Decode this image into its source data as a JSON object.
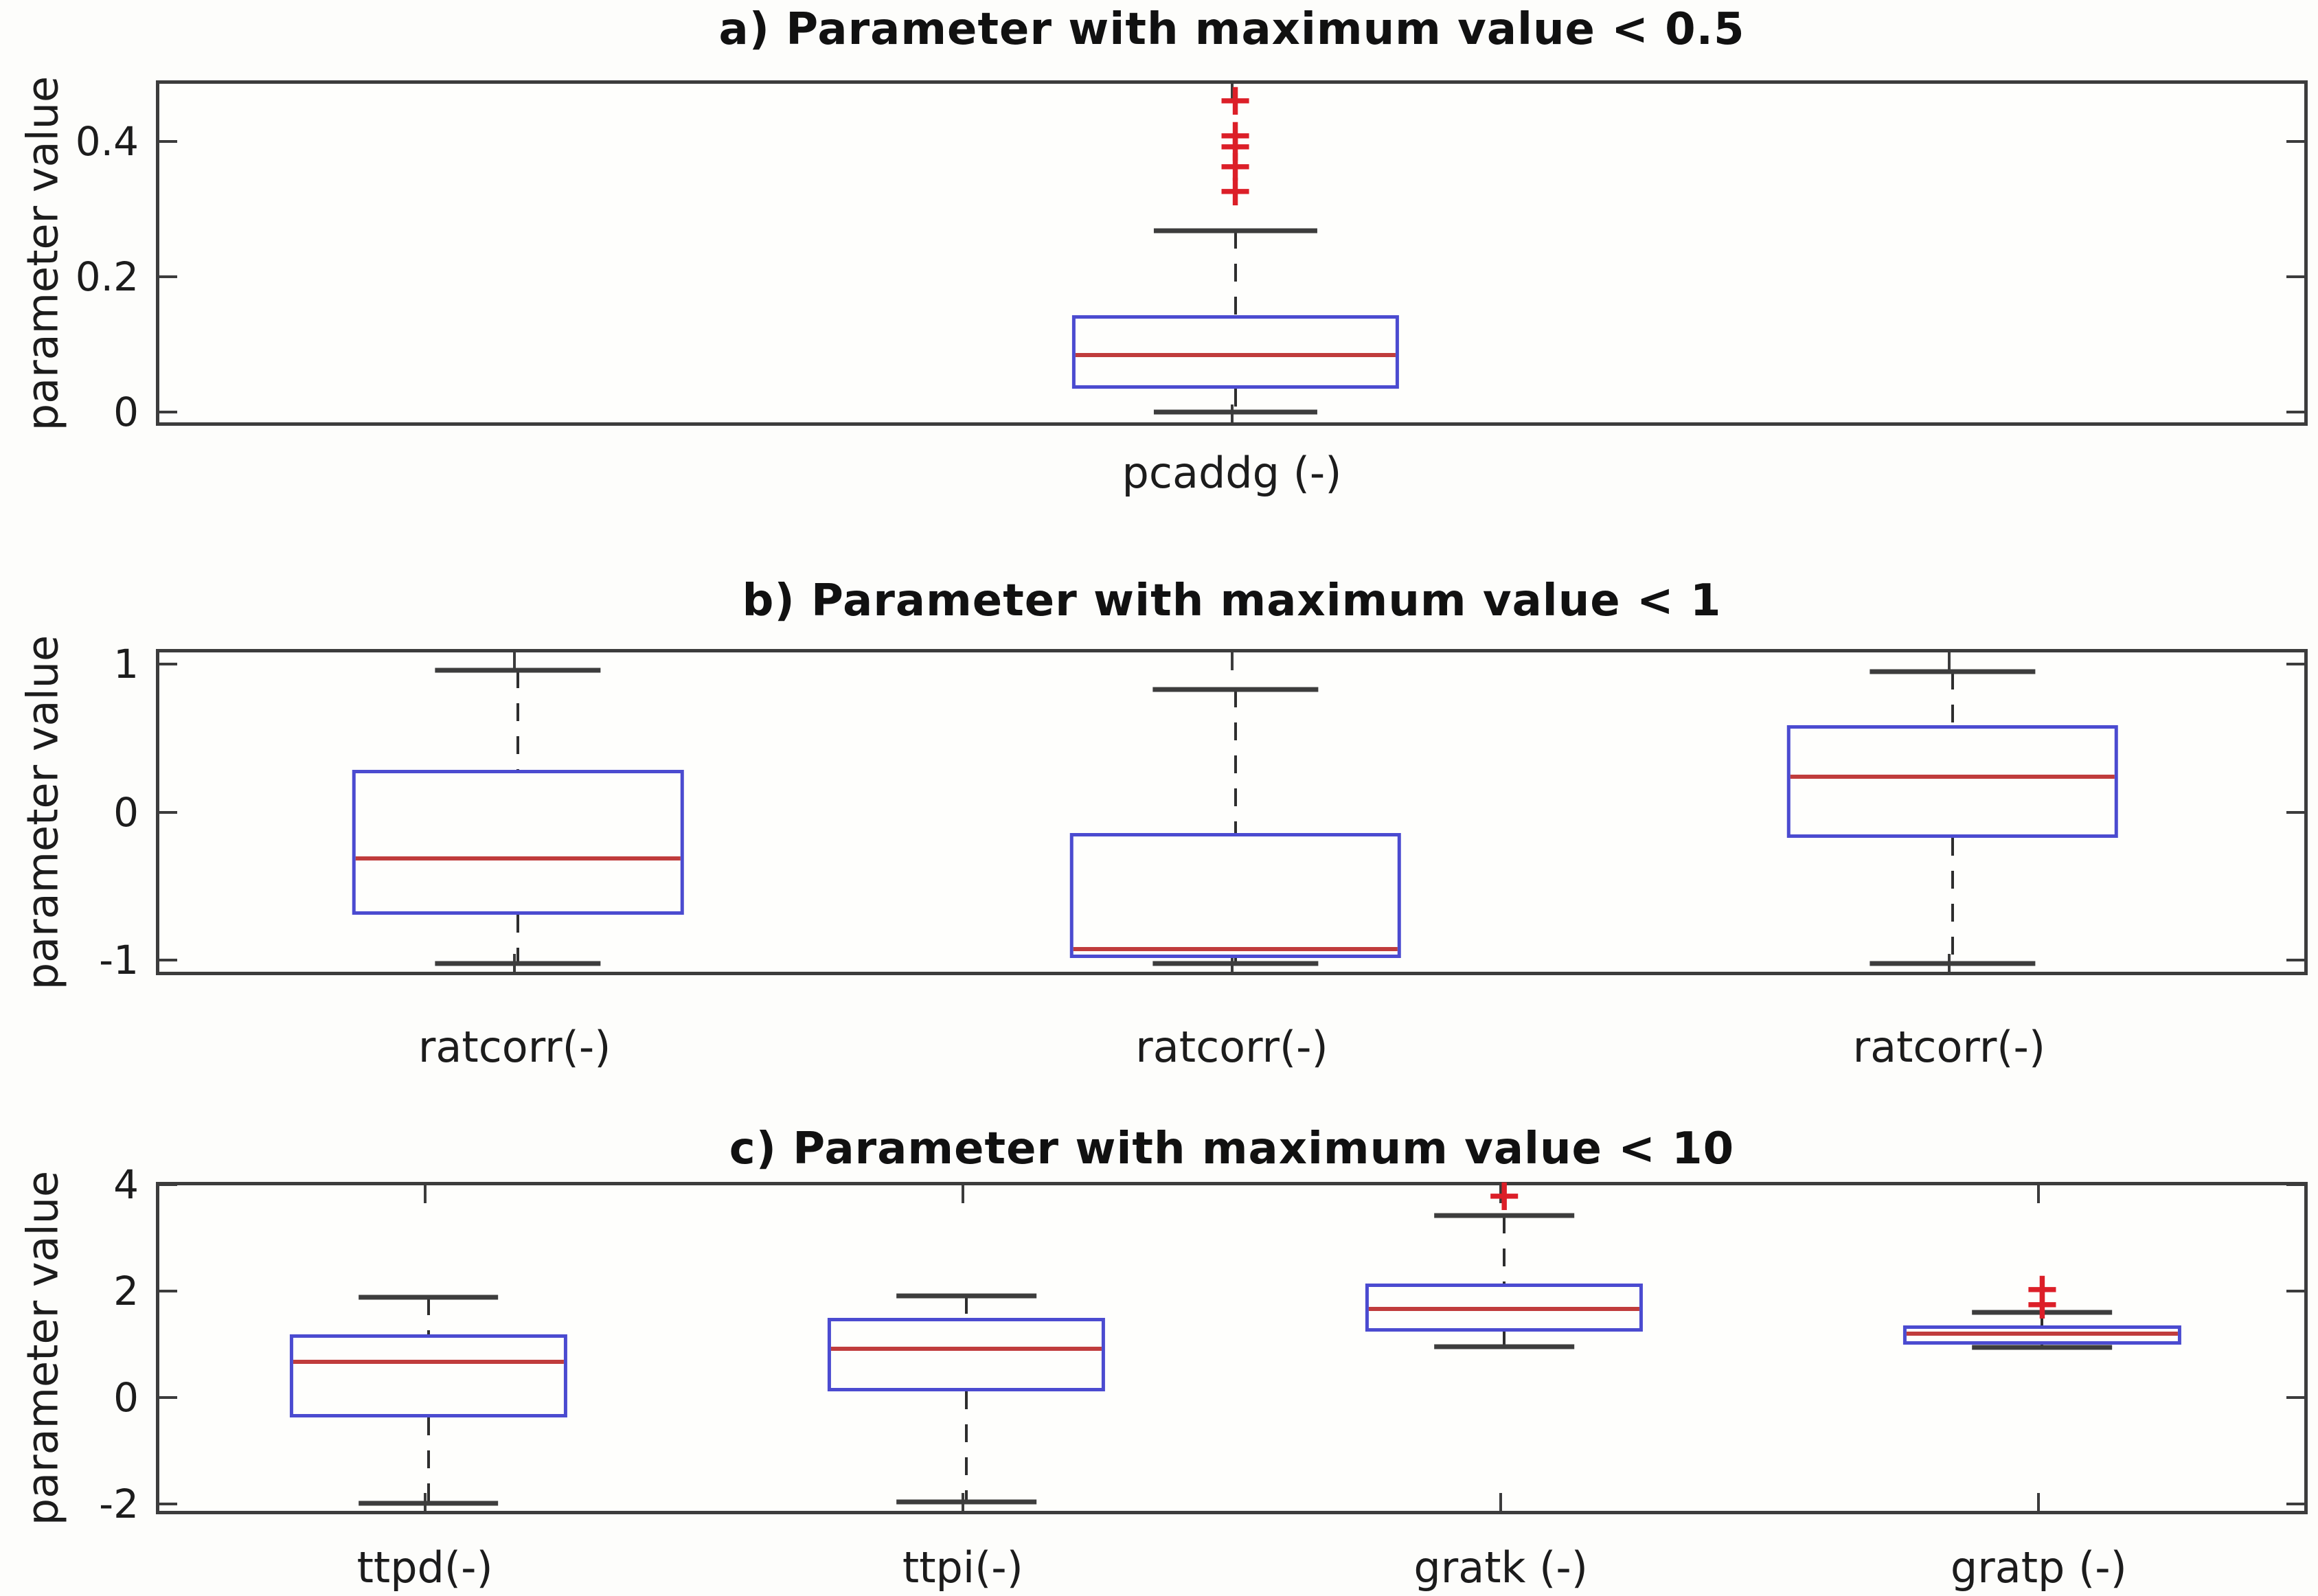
{
  "figure": {
    "background": "#fdfdfb",
    "axis_color": "#3c3c3c",
    "box_edge_color": "#4b4bd0",
    "median_color": "#c03c3c",
    "outlier_color": "#dc1f28",
    "outlier_glyph": "+"
  },
  "chart_data": [
    {
      "type": "boxplot",
      "title": "a) Parameter with maximum value < 0.5",
      "ylabel": "parameter value",
      "ylim": [
        -0.02,
        0.49
      ],
      "yticks": [
        0,
        0.2,
        0.4
      ],
      "ytick_labels": [
        "0",
        "0.2",
        "0.4"
      ],
      "grid": false,
      "categories": [
        "pcaddg (-)"
      ],
      "series": [
        {
          "label": "pcaddg (-)",
          "whisker_low": 0.005,
          "q1": 0.04,
          "median": 0.09,
          "q3": 0.148,
          "whisker_high": 0.273,
          "outliers": [
            0.332,
            0.368,
            0.398,
            0.414,
            0.466
          ]
        }
      ]
    },
    {
      "type": "boxplot",
      "title": "b) Parameter with maximum value < 1",
      "ylabel": "parameter value",
      "ylim": [
        -1.1,
        1.1
      ],
      "yticks": [
        -1,
        0,
        1
      ],
      "ytick_labels": [
        "-1",
        "0",
        "1"
      ],
      "grid": false,
      "categories": [
        "ratcorr(-)",
        "ratcorr(-)",
        "ratcorr(-)"
      ],
      "series": [
        {
          "label": "ratcorr(-)",
          "whisker_low": -1.0,
          "q1": -0.67,
          "median": -0.29,
          "q3": 0.31,
          "whisker_high": 0.98,
          "outliers": []
        },
        {
          "label": "ratcorr(-)",
          "whisker_low": -1.0,
          "q1": -0.96,
          "median": -0.9,
          "q3": -0.12,
          "whisker_high": 0.85,
          "outliers": []
        },
        {
          "label": "ratcorr(-)",
          "whisker_low": -1.0,
          "q1": -0.15,
          "median": 0.26,
          "q3": 0.61,
          "whisker_high": 0.97,
          "outliers": []
        }
      ]
    },
    {
      "type": "boxplot",
      "title": "c) Parameter with maximum value < 10",
      "ylabel": "parameter value",
      "ylim": [
        -2.2,
        4.05
      ],
      "yticks": [
        -2,
        0,
        2,
        4
      ],
      "ytick_labels": [
        "-2",
        "0",
        "2",
        "4"
      ],
      "grid": false,
      "categories": [
        "ttpd(-)",
        "ttpi(-)",
        "gratk (-)",
        "gratp (-)"
      ],
      "series": [
        {
          "label": "ttpd(-)",
          "whisker_low": -1.93,
          "q1": -0.32,
          "median": 0.73,
          "q3": 1.25,
          "whisker_high": 1.95,
          "outliers": []
        },
        {
          "label": "ttpi(-)",
          "whisker_low": -1.9,
          "q1": 0.17,
          "median": 0.98,
          "q3": 1.56,
          "whisker_high": 1.97,
          "outliers": []
        },
        {
          "label": "gratk (-)",
          "whisker_low": 1.02,
          "q1": 1.3,
          "median": 1.72,
          "q3": 2.2,
          "whisker_high": 3.48,
          "outliers": [
            3.85
          ]
        },
        {
          "label": "gratp (-)",
          "whisker_low": 1.0,
          "q1": 1.06,
          "median": 1.26,
          "q3": 1.42,
          "whisker_high": 1.66,
          "outliers": [
            1.82,
            2.1
          ]
        }
      ]
    }
  ]
}
